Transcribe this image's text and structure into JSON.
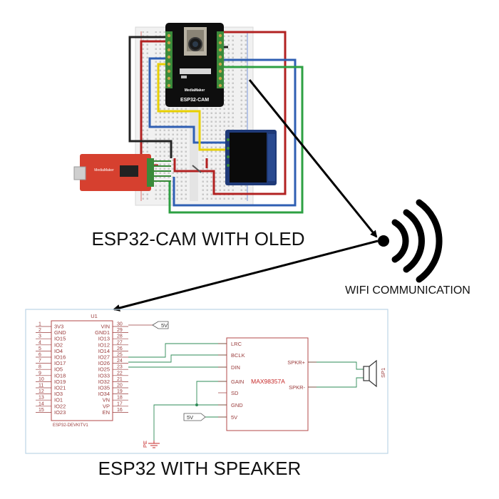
{
  "captions": {
    "top": "ESP32-CAM WITH OLED",
    "bottom": "ESP32 WITH SPEAKER",
    "wifi": "WIFI COMMUNICATION"
  },
  "camera_board": {
    "label": "ESP32-CAM",
    "brand": "MediaMaker"
  },
  "ftdi_board": {
    "brand": "MediaMaker"
  },
  "schematic": {
    "module_ref": "U1",
    "module_name": "ESP32-DEVKITV1",
    "left_pins": [
      {
        "num": "1",
        "name": "3V3"
      },
      {
        "num": "2",
        "name": "GND"
      },
      {
        "num": "3",
        "name": "IO15"
      },
      {
        "num": "4",
        "name": "IO2"
      },
      {
        "num": "5",
        "name": "IO4"
      },
      {
        "num": "6",
        "name": "IO16"
      },
      {
        "num": "7",
        "name": "IO17"
      },
      {
        "num": "8",
        "name": "IO5"
      },
      {
        "num": "9",
        "name": "IO18"
      },
      {
        "num": "10",
        "name": "IO19"
      },
      {
        "num": "11",
        "name": "IO21"
      },
      {
        "num": "12",
        "name": "IO3"
      },
      {
        "num": "13",
        "name": "IO1"
      },
      {
        "num": "14",
        "name": "IO22"
      },
      {
        "num": "15",
        "name": "IO23"
      }
    ],
    "right_pins": [
      {
        "num": "30",
        "name": "VIN"
      },
      {
        "num": "29",
        "name": "GND1"
      },
      {
        "num": "28",
        "name": "IO13"
      },
      {
        "num": "27",
        "name": "IO12"
      },
      {
        "num": "26",
        "name": "IO14"
      },
      {
        "num": "25",
        "name": "IO27"
      },
      {
        "num": "24",
        "name": "IO26"
      },
      {
        "num": "23",
        "name": "IO25"
      },
      {
        "num": "22",
        "name": "IO33"
      },
      {
        "num": "21",
        "name": "IO32"
      },
      {
        "num": "20",
        "name": "IO35"
      },
      {
        "num": "19",
        "name": "IO34"
      },
      {
        "num": "18",
        "name": "VN"
      },
      {
        "num": "17",
        "name": "VP"
      },
      {
        "num": "16",
        "name": "EN"
      }
    ],
    "vin_tag": "5V",
    "amp_name": "MAX98357A",
    "amp_left_pins": [
      "LRC",
      "BCLK",
      "DIN",
      "GAIN",
      "SD",
      "GND",
      "5V"
    ],
    "amp_right_pins": [
      "SPKR+",
      "SPKR-"
    ],
    "amp_5v_tag": "5V",
    "speaker_ref": "SP1",
    "ground_label": "PE"
  },
  "colors": {
    "wire_red": "#b22222",
    "wire_black": "#222222",
    "wire_blue": "#2f5fb3",
    "wire_green": "#2ea043",
    "wire_yellow": "#e8d000",
    "schematic_pin": "#9a3b3b",
    "schematic_net": "#2e8b57",
    "amp_text": "#c62828",
    "frame": "#bcd4e6"
  },
  "icons": [
    "wifi-signal-icon",
    "speaker-icon",
    "ground-icon",
    "camera-lens-icon"
  ]
}
